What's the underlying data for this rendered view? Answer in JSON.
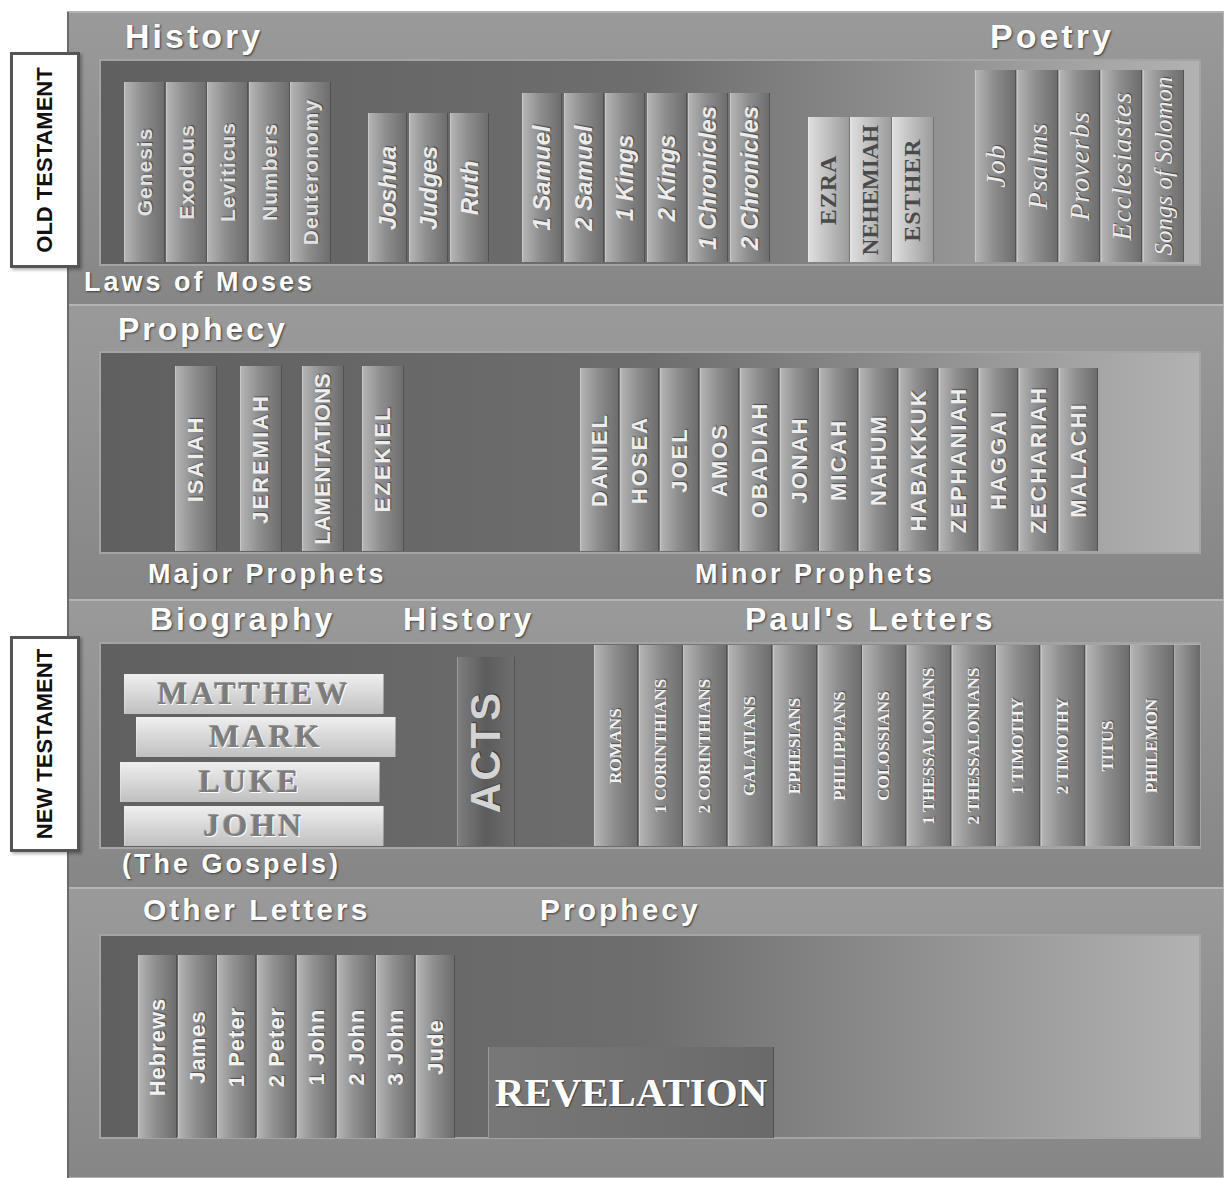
{
  "diagram": {
    "nodes": [
      {
        "text": [
          "OLD TESTAMENT"
        ]
      },
      {
        "text": [
          "History",
          "Poetry",
          "Laws of Moses"
        ]
      },
      {
        "text": [
          "Genesis"
        ],
        "in": 1
      },
      {
        "text": [
          "Exodous"
        ],
        "in": 1
      },
      {
        "text": [
          "Leviticus"
        ],
        "in": 1
      },
      {
        "text": [
          "Numbers"
        ],
        "in": 1
      },
      {
        "text": [
          "Deuteronomy"
        ],
        "in": 1
      },
      {
        "text": [
          "Joshua"
        ],
        "in": 1
      },
      {
        "text": [
          "Judges"
        ],
        "in": 1
      },
      {
        "text": [
          "Ruth"
        ],
        "in": 1
      },
      {
        "text": [
          "1 Samuel"
        ],
        "in": 1
      },
      {
        "text": [
          "2 Samuel"
        ],
        "in": 1
      },
      {
        "text": [
          "1 Kings"
        ],
        "in": 1
      },
      {
        "text": [
          "2 Kings"
        ],
        "in": 1
      },
      {
        "text": [
          "1 Chronicles"
        ],
        "in": 1
      },
      {
        "text": [
          "2 Chronicles"
        ],
        "in": 1
      },
      {
        "text": [
          "EZRA"
        ],
        "in": 1
      },
      {
        "text": [
          "NEHEMIAH"
        ],
        "in": 1
      },
      {
        "text": [
          "ESTHER"
        ],
        "in": 1
      },
      {
        "text": [
          "Job"
        ],
        "in": 1
      },
      {
        "text": [
          "Psalms"
        ],
        "in": 1
      },
      {
        "text": [
          "Proverbs"
        ],
        "in": 1
      },
      {
        "text": [
          "Ecclesiastes"
        ],
        "in": 1
      },
      {
        "text": [
          "Songs of Solomon"
        ],
        "in": 1
      },
      {
        "text": [
          "Prophecy",
          "Major Prophets",
          "Minor Prophets"
        ]
      },
      {
        "text": [
          "ISAIAH"
        ],
        "in": 24
      },
      {
        "text": [
          "JEREMIAH"
        ],
        "in": 24
      },
      {
        "text": [
          "LAMENTATIONS"
        ],
        "in": 24
      },
      {
        "text": [
          "EZEKIEL"
        ],
        "in": 24
      },
      {
        "text": [
          "DANIEL"
        ],
        "in": 24
      },
      {
        "text": [
          "HOSEA"
        ],
        "in": 24
      },
      {
        "text": [
          "JOEL"
        ],
        "in": 24
      },
      {
        "text": [
          "AMOS"
        ],
        "in": 24
      },
      {
        "text": [
          "OBADIAH"
        ],
        "in": 24
      },
      {
        "text": [
          "JONAH"
        ],
        "in": 24
      },
      {
        "text": [
          "MICAH"
        ],
        "in": 24
      },
      {
        "text": [
          "NAHUM"
        ],
        "in": 24
      },
      {
        "text": [
          "HABAKKUK"
        ],
        "in": 24
      },
      {
        "text": [
          "ZEPHANIAH"
        ],
        "in": 24
      },
      {
        "text": [
          "HAGGAI"
        ],
        "in": 24
      },
      {
        "text": [
          "ZECHARIAH"
        ],
        "in": 24
      },
      {
        "text": [
          "MALACHI"
        ],
        "in": 24
      },
      {
        "text": [
          "NEW TESTAMENT"
        ]
      },
      {
        "text": [
          "Biography",
          "History",
          "Paul's Letters",
          "(The Gospels)"
        ]
      },
      {
        "text": [
          "MATTHEW"
        ],
        "in": 43
      },
      {
        "text": [
          "MARK"
        ],
        "in": 43
      },
      {
        "text": [
          "LUKE"
        ],
        "in": 43
      },
      {
        "text": [
          "JOHN"
        ],
        "in": 43
      },
      {
        "text": [
          "ACTS"
        ],
        "in": 43
      },
      {
        "text": [
          "ROMANS"
        ],
        "in": 43
      },
      {
        "text": [
          "1 CORINTHIANS"
        ],
        "in": 43
      },
      {
        "text": [
          "2 CORINTHIANS"
        ],
        "in": 43
      },
      {
        "text": [
          "GALATIANS"
        ],
        "in": 43
      },
      {
        "text": [
          "EPHESIANS"
        ],
        "in": 43
      },
      {
        "text": [
          "PHILIPPIANS"
        ],
        "in": 43
      },
      {
        "text": [
          "COLOSSIANS"
        ],
        "in": 43
      },
      {
        "text": [
          "1 THESSALONIANS"
        ],
        "in": 43
      },
      {
        "text": [
          "2 THESSALONIANS"
        ],
        "in": 43
      },
      {
        "text": [
          "1 TIMOTHY"
        ],
        "in": 43
      },
      {
        "text": [
          "2 TIMOTHY"
        ],
        "in": 43
      },
      {
        "text": [
          "TITUS"
        ],
        "in": 43
      },
      {
        "text": [
          "PHILEMON"
        ],
        "in": 43
      },
      {
        "text": [
          "Other Letters",
          "Prophecy"
        ]
      },
      {
        "text": [
          "Hebrews"
        ],
        "in": 62
      },
      {
        "text": [
          "James"
        ],
        "in": 62
      },
      {
        "text": [
          "1 Peter"
        ],
        "in": 62
      },
      {
        "text": [
          "2 Peter"
        ],
        "in": 62
      },
      {
        "text": [
          "1 John"
        ],
        "in": 62
      },
      {
        "text": [
          "2 John"
        ],
        "in": 62
      },
      {
        "text": [
          "3 John"
        ],
        "in": 62
      },
      {
        "text": [
          "Jude"
        ],
        "in": 62
      },
      {
        "text": [
          "REVELATION"
        ],
        "in": 62
      }
    ]
  }
}
